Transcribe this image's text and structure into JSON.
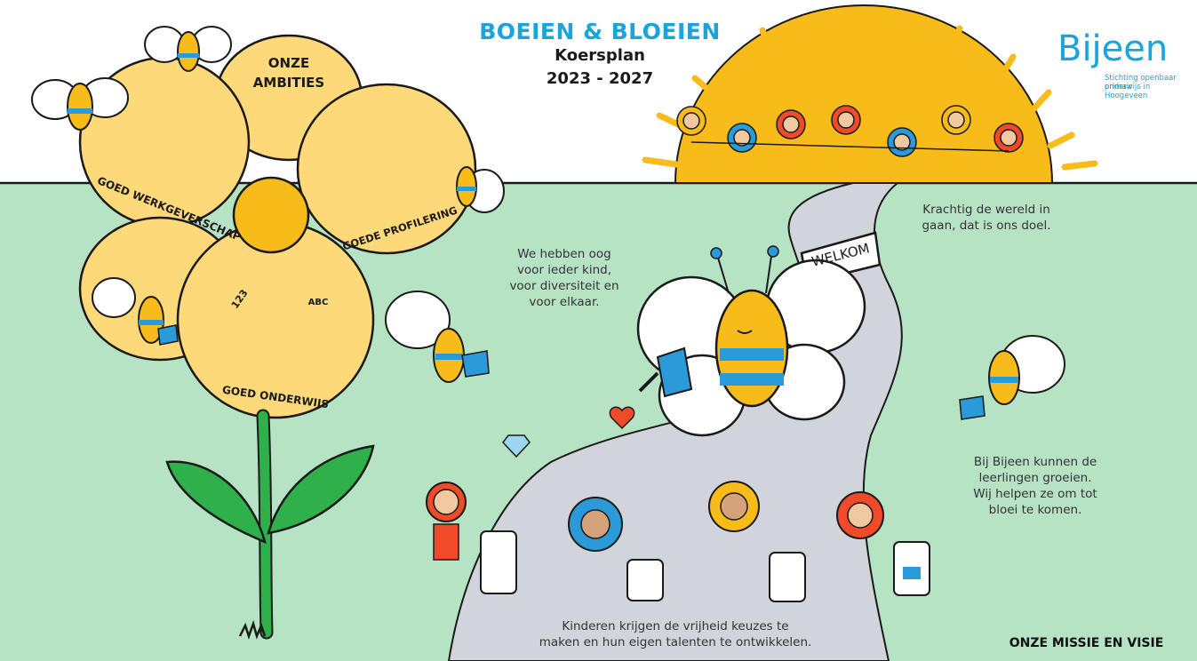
{
  "header": {
    "title": "BOEIEN & BLOEIEN",
    "subtitle": "Koersplan",
    "years": "2023 - 2027"
  },
  "logo": {
    "name": "Bijeen",
    "tagline_line1": "Stichting openbaar primair",
    "tagline_line2": "onderwijs in Hoogeveen"
  },
  "flower": {
    "center_line1": "ONZE",
    "center_line2": "AMBITIES",
    "petal_left": "GOED WERKGEVERSCHAP",
    "petal_right": "GOEDE PROFILERING",
    "petal_bottom": "GOED ONDERWIJS",
    "petal_bottom_123": "123",
    "petal_bottom_abc": "ABC"
  },
  "sign": {
    "label": "WELKOM"
  },
  "texts": {
    "goal_line1": "Krachtig de wereld in",
    "goal_line2": "gaan, dat is ons doel.",
    "eye_line1": "We hebben oog",
    "eye_line2": "voor ieder kind,",
    "eye_line3": "voor diversiteit en",
    "eye_line4": "voor elkaar.",
    "grow_line1": "Bij Bijeen kunnen de",
    "grow_line2": "leerlingen groeien.",
    "grow_line3": "Wij helpen ze om tot",
    "grow_line4": "bloei te komen.",
    "freedom_line1": "Kinderen krijgen de vrijheid keuzes te",
    "freedom_line2": "maken en hun eigen talenten te ontwikkelen."
  },
  "footer": {
    "label": "ONZE MISSIE EN VISIE"
  },
  "colors": {
    "grass": "#b6e3c4",
    "road": "#d2d4dc",
    "sun": "#f7bb1a",
    "petal": "#fdd97a",
    "center": "#f7bb1a",
    "stem": "#2fb04a",
    "accent_blue": "#1aa3dc",
    "bee_blue": "#2b9ad9",
    "red": "#ef4b2a"
  }
}
